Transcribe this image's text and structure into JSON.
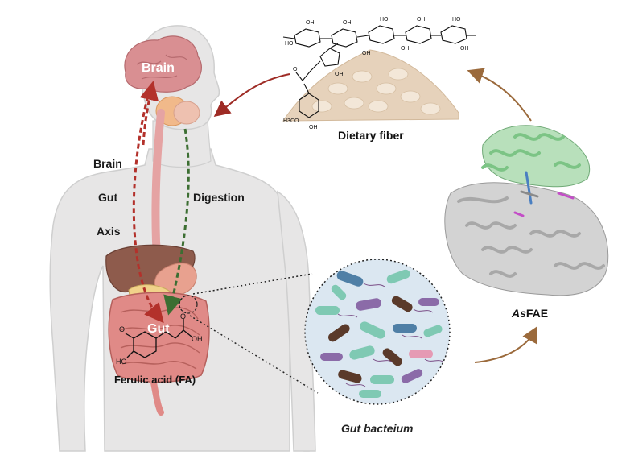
{
  "labels": {
    "brain": "Brain",
    "gut": "Gut",
    "axis_line1": "Brain",
    "axis_line2": "Gut",
    "axis_line3": "Axis",
    "digestion": "Digestion",
    "dietary_fiber": "Dietary fiber",
    "ferulic_acid": "Ferulic acid (FA)",
    "enzyme_prefix": "As",
    "enzyme_suffix": "FAE",
    "gut_bacteria": "Gut bacteium"
  },
  "chem_labels": {
    "oh": "OH",
    "ho": "HO",
    "o": "O",
    "h3co": "H3CO",
    "ome": "O"
  },
  "colors": {
    "body_skin": "#e7e6e6",
    "body_outline": "#c9c9c9",
    "brain": "#d98f92",
    "esophagus": "#e5a3a3",
    "liver": "#8e5b4c",
    "intestine": "#e08a87",
    "stomach": "#f1b98a",
    "fiber_pile": "#e6d2bb",
    "helix_green": "#9cd3a2",
    "helix_grey": "#c8c8c8",
    "arrow_brown": "#9b6a3c",
    "arrow_red": "#9e2b25",
    "dashed_red": "#b3312b",
    "dashed_green": "#3c6e32",
    "bacteria_teal": "#7fc9b3",
    "bacteria_brown": "#5a3a2a",
    "bacteria_purple": "#8b6ba8",
    "bacteria_blue": "#4f7fa6",
    "bacteria_pink": "#e59ab4",
    "circle_bg": "#dbe7f1"
  },
  "icons": [
    "human-body-icon",
    "brain-icon",
    "liver-icon",
    "intestine-icon",
    "fiber-pile-icon",
    "protein-structure-icon",
    "bacteria-cluster-icon"
  ]
}
